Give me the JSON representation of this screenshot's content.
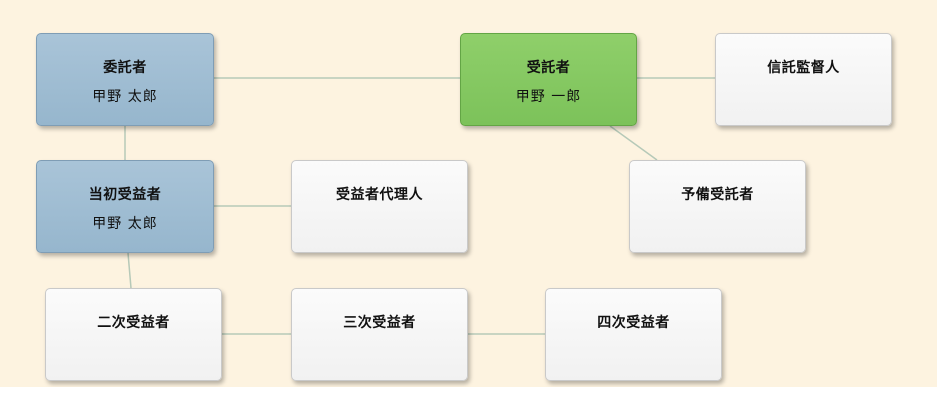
{
  "colors": {
    "background": "#fdf3e0",
    "primary_node": "#9fbdd3",
    "trustee_node": "#84c65f",
    "plain_node": "#f5f5f5",
    "link": "#b6c9b8"
  },
  "nodes": {
    "settlor": {
      "role": "委託者",
      "person": "甲野 太郎"
    },
    "trustee": {
      "role": "受託者",
      "person": "甲野 一郎"
    },
    "supervisor": {
      "role": "信託監督人"
    },
    "initial_ben": {
      "role": "当初受益者",
      "person": "甲野 太郎"
    },
    "ben_agent": {
      "role": "受益者代理人"
    },
    "reserve": {
      "role": "予備受託者"
    },
    "second_ben": {
      "role": "二次受益者"
    },
    "third_ben": {
      "role": "三次受益者"
    },
    "fourth_ben": {
      "role": "四次受益者"
    }
  }
}
